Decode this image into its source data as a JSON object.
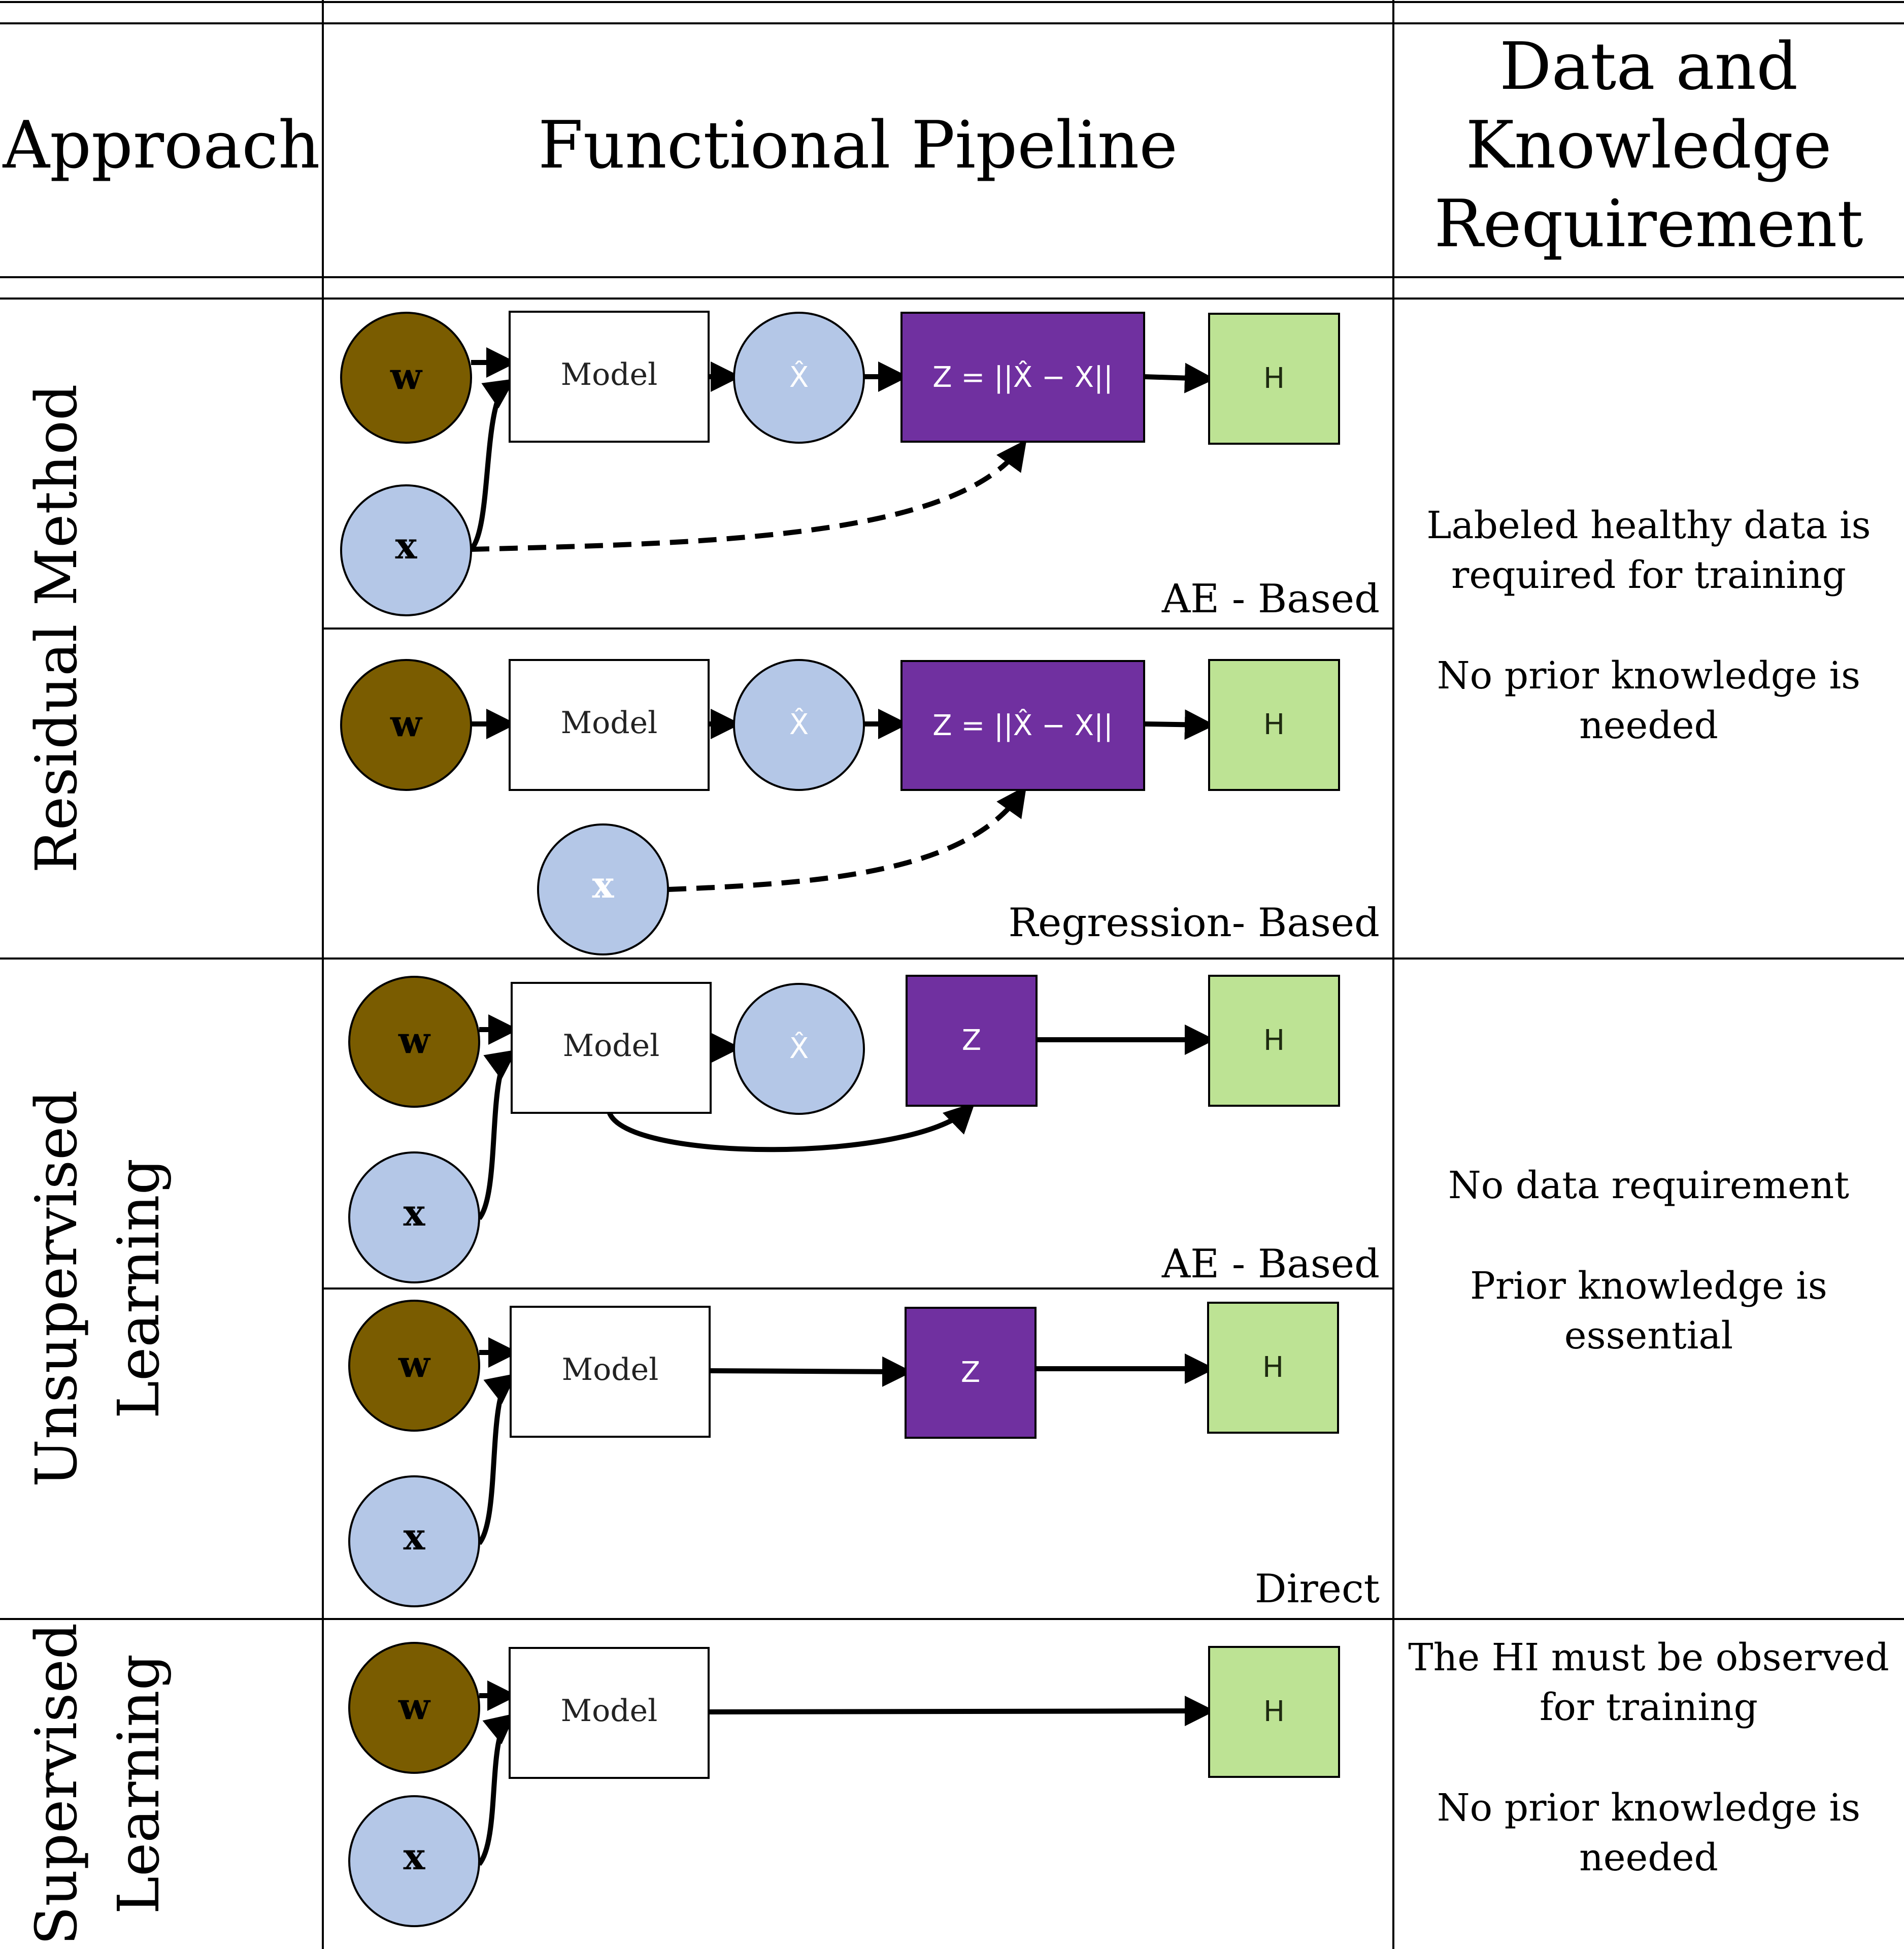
{
  "header": {
    "approach": "Approach",
    "pipeline": "Functional Pipeline",
    "requirement": [
      "Data and",
      "Knowledge",
      "Requirement"
    ]
  },
  "rows": {
    "residual": {
      "label": "Residual Method",
      "requirement": [
        "Labeled healthy data is",
        "required for training",
        "",
        "No prior knowledge is",
        "needed"
      ],
      "ae_caption": "AE - Based",
      "regression_caption": "Regression- Based"
    },
    "unsupervised": {
      "label": [
        "Unsupervised",
        "Learning"
      ],
      "requirement": [
        "No data requirement",
        "",
        "Prior knowledge is",
        "essential"
      ],
      "ae_caption": "AE - Based",
      "direct_caption": "Direct"
    },
    "supervised": {
      "label": [
        "Supervised",
        "Learning"
      ],
      "requirement": [
        "The HI must be observed",
        "for training",
        "",
        "No prior knowledge is",
        "needed"
      ]
    }
  },
  "nodes": {
    "w": "w",
    "x": "x",
    "model": "Model",
    "xhat": "X̂",
    "residual_formula": "Z = ||X̂ − X||",
    "z": "Z",
    "h": "H"
  },
  "colors": {
    "w_fill": "#7a5c00",
    "x_fill": "#b4c7e7",
    "z_fill": "#7030a0",
    "h_fill": "#bde394",
    "model_fill": "#ffffff"
  }
}
